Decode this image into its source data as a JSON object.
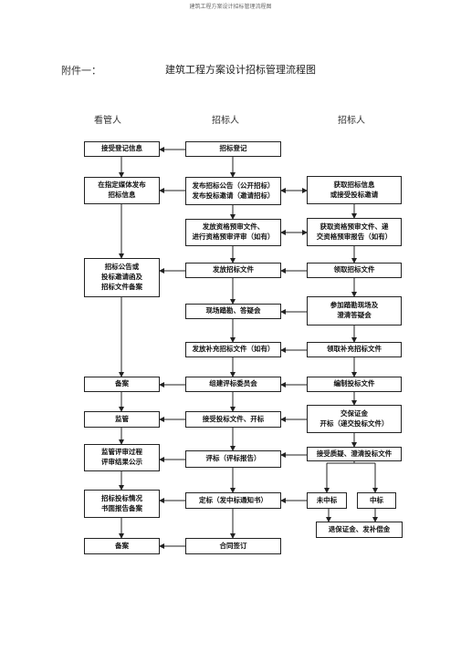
{
  "page_header": "建筑工程方案设计招标管理流程图",
  "attachment_label": "附件一：",
  "title": "建筑工程方案设计招标管理流程图",
  "columns": [
    "看管人",
    "招标人",
    "招标人"
  ],
  "boxes": {
    "accept_registration": "接受登记信息",
    "media_publish": [
      "在指定媒体发布",
      "招标信息"
    ],
    "announce_filing": [
      "招标公告或",
      "投标邀请函及",
      "招标文件备案"
    ],
    "filing1": "备案",
    "supervision": "监管",
    "supervise_review": [
      "监管评审过程",
      "评审结果公示"
    ],
    "report_filing": [
      "招标投标情况",
      "书面报告备案"
    ],
    "filing2": "备案",
    "tender_registration": "招标登记",
    "publish_announcement": [
      "发布招标公告（公开招标）",
      "发布投标邀请（邀请招标）"
    ],
    "issue_prequal": [
      "发放资格预审文件、",
      "进行资格预审评审（如有）"
    ],
    "issue_tender_docs": "发放招标文件",
    "site_visit": "现场踏勘、答疑会",
    "issue_supplement": "发放补充招标文件（如有）",
    "form_committee": "组建评标委员会",
    "receive_bids": "接受投标文件、开标",
    "evaluate": "评标（评标报告）",
    "award": "定标（发中标通知书）",
    "contract": "合同签订",
    "get_info": [
      "获取招标信息",
      "或接受投标邀请"
    ],
    "get_prequal": [
      "获取资格预审文件、递",
      "交资格预审报告（如有）"
    ],
    "receive_tender_docs": "领取招标文件",
    "attend_site": [
      "参加踏勘现场及",
      "澄清答疑会"
    ],
    "receive_supplement": "领取补充招标文件",
    "prepare_bid": "编制投标文件",
    "submit_bid": [
      "交保证金",
      "开标（递交投标文件）"
    ],
    "clarify": "接受质疑、澄清投标文件",
    "not_won": "未中标",
    "won": "中标",
    "refund": "退保证金、发补偿金"
  }
}
